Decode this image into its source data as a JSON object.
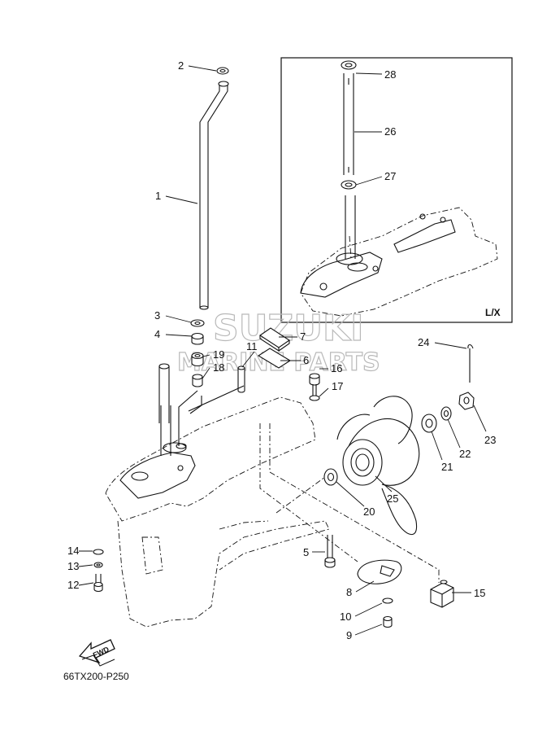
{
  "callouts": [
    {
      "id": "1",
      "text": "1"
    },
    {
      "id": "2",
      "text": "2"
    },
    {
      "id": "3",
      "text": "3"
    },
    {
      "id": "4",
      "text": "4"
    },
    {
      "id": "5",
      "text": "5"
    },
    {
      "id": "6",
      "text": "6"
    },
    {
      "id": "7",
      "text": "7"
    },
    {
      "id": "8",
      "text": "8"
    },
    {
      "id": "9",
      "text": "9"
    },
    {
      "id": "10",
      "text": "10"
    },
    {
      "id": "11",
      "text": "11"
    },
    {
      "id": "12",
      "text": "12"
    },
    {
      "id": "13",
      "text": "13"
    },
    {
      "id": "14",
      "text": "14"
    },
    {
      "id": "15",
      "text": "15"
    },
    {
      "id": "16",
      "text": "16"
    },
    {
      "id": "17",
      "text": "17"
    },
    {
      "id": "18",
      "text": "18"
    },
    {
      "id": "19",
      "text": "19"
    },
    {
      "id": "20",
      "text": "20"
    },
    {
      "id": "21",
      "text": "21"
    },
    {
      "id": "22",
      "text": "22"
    },
    {
      "id": "23",
      "text": "23"
    },
    {
      "id": "24",
      "text": "24"
    },
    {
      "id": "25",
      "text": "25"
    },
    {
      "id": "26",
      "text": "26"
    },
    {
      "id": "27",
      "text": "27"
    },
    {
      "id": "28",
      "text": "28"
    }
  ],
  "inset_label": "L/X",
  "fwd_label": "FWD",
  "diagram_code": "66TX200-P250",
  "watermark": {
    "line1": "SUZUKI",
    "line2": "MARINE PARTS"
  }
}
